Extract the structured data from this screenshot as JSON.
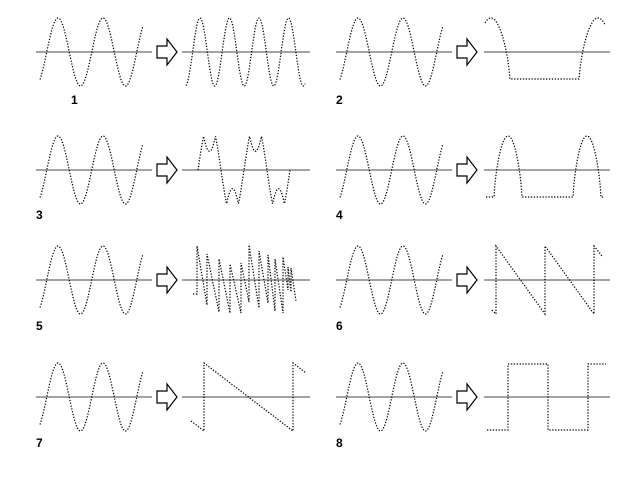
{
  "panels": [
    {
      "number": "1"
    },
    {
      "number": "2"
    },
    {
      "number": "3"
    },
    {
      "number": "4"
    },
    {
      "number": "5"
    },
    {
      "number": "6"
    },
    {
      "number": "7"
    },
    {
      "number": "8"
    }
  ],
  "colors": {
    "axis": "#a3a3a3",
    "wave": "#000000",
    "arrow": "#000000"
  }
}
